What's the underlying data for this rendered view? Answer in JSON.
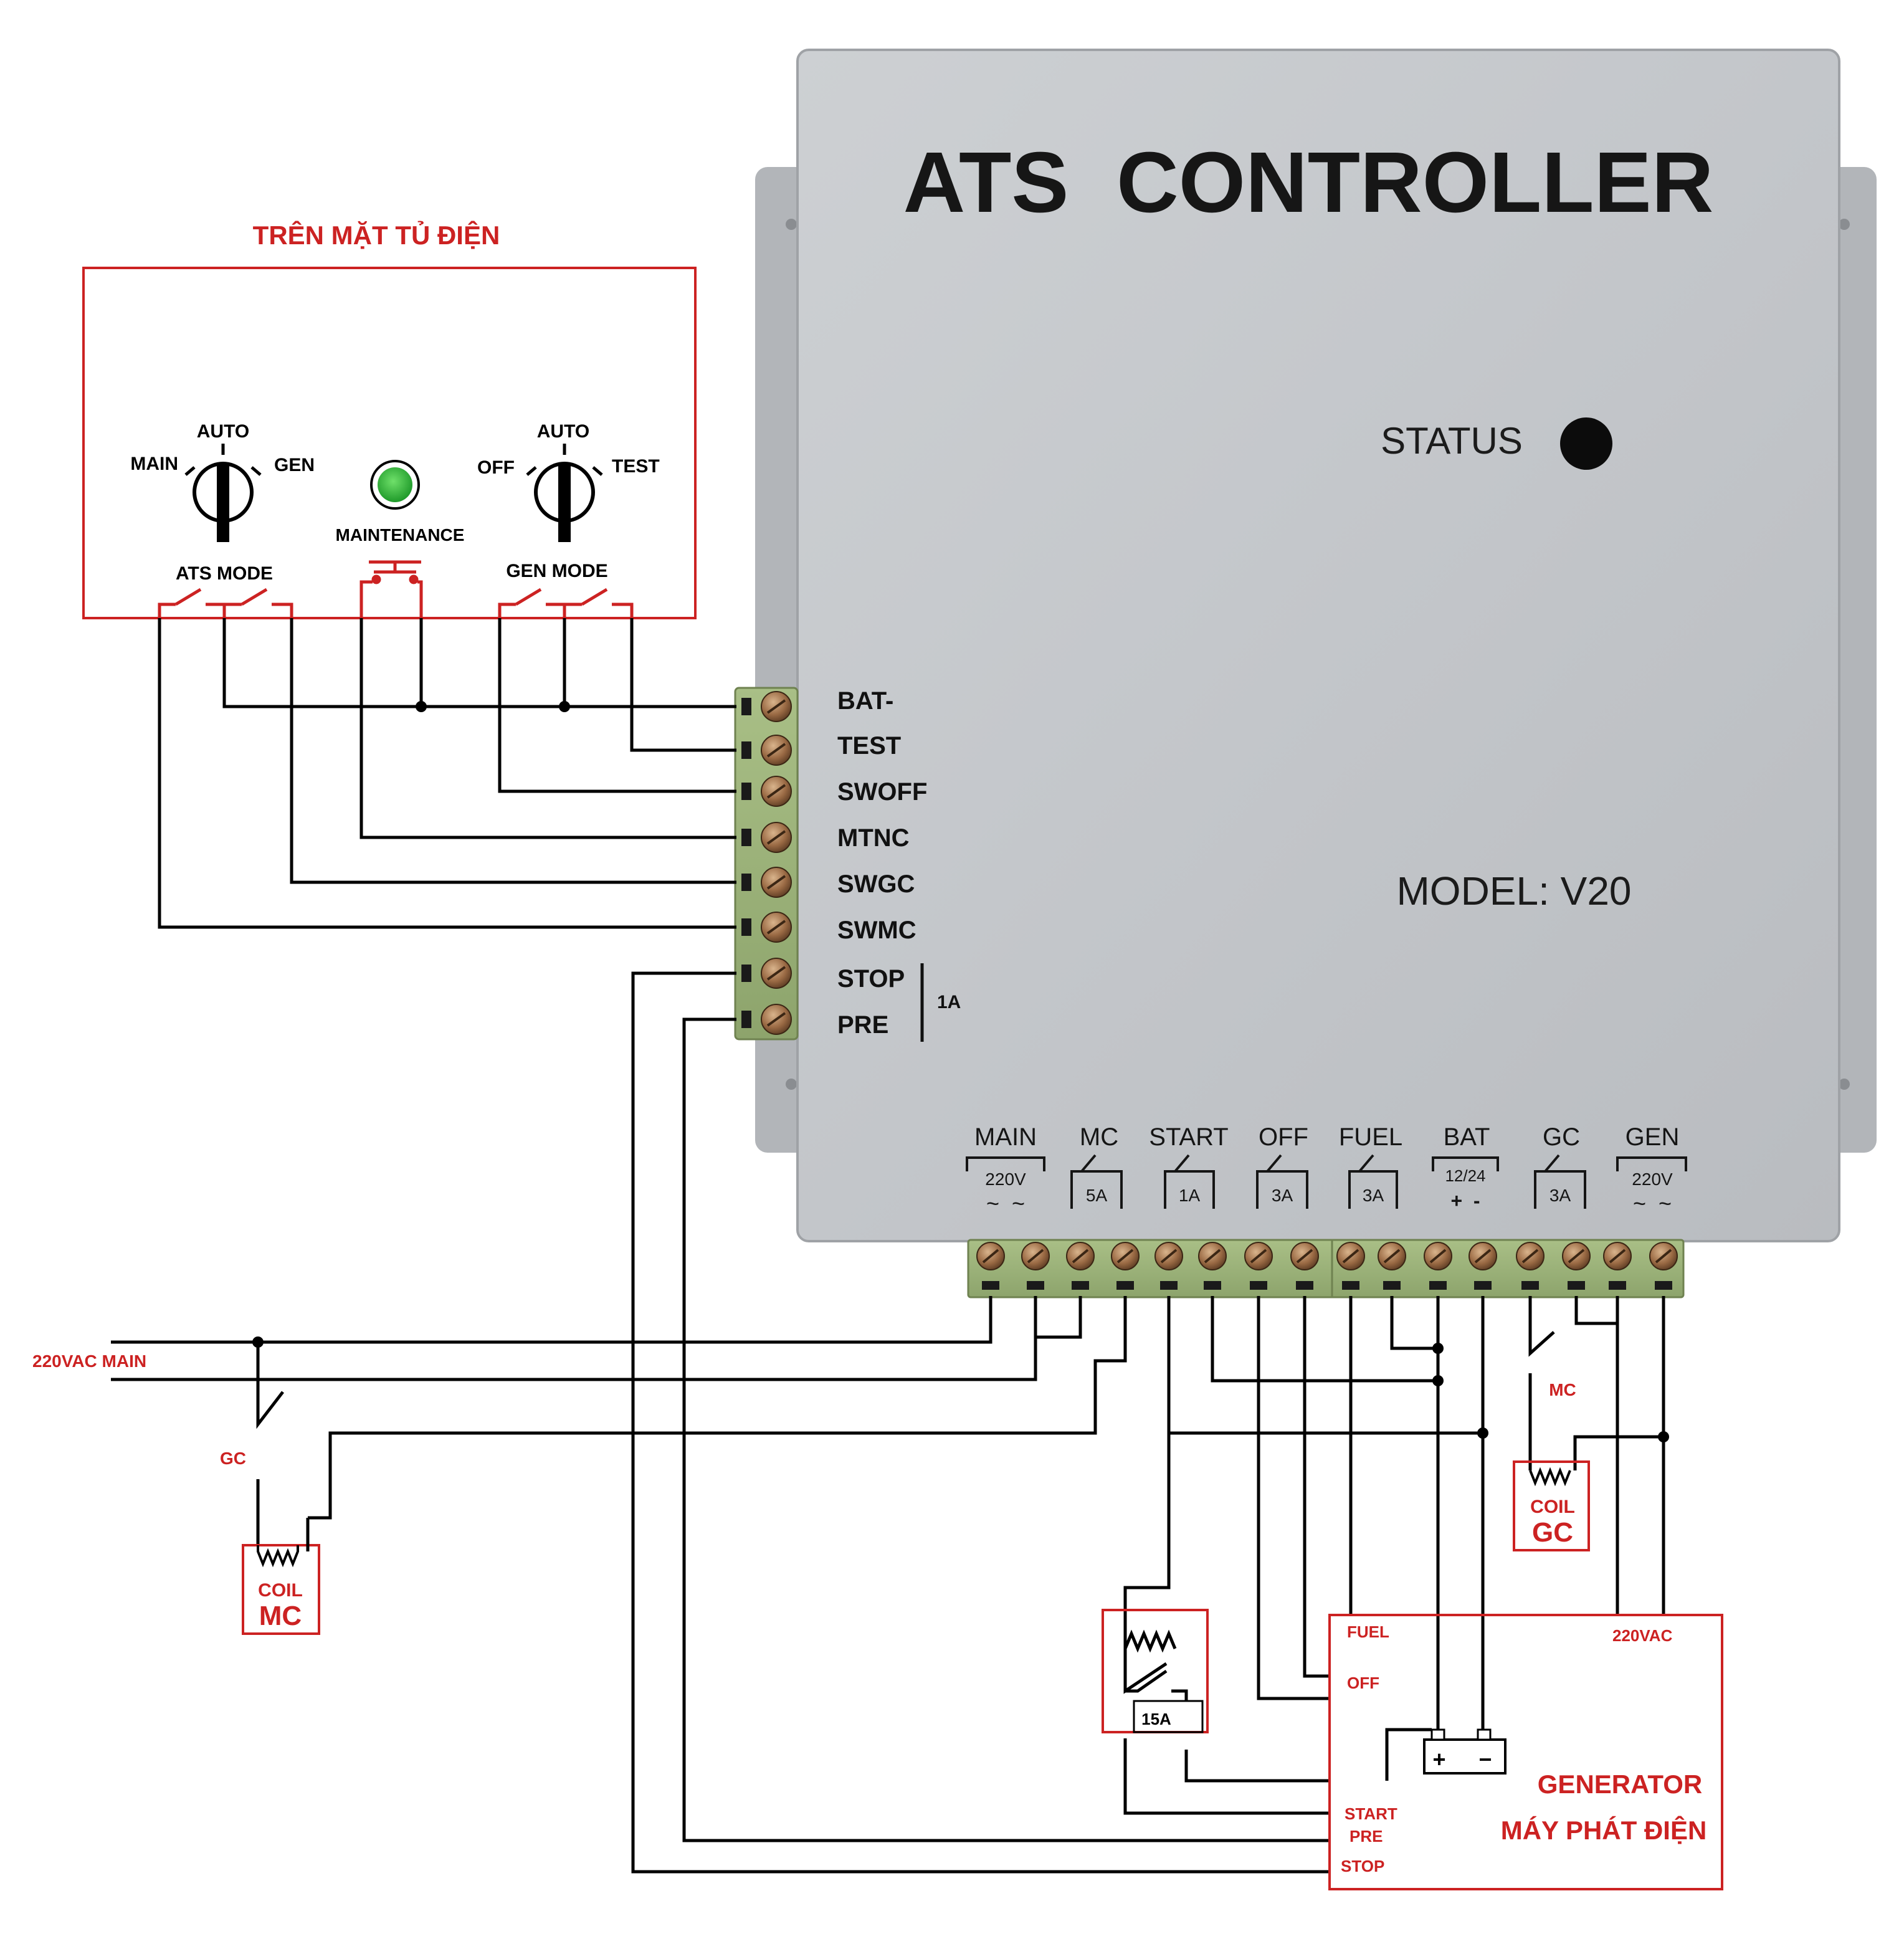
{
  "colors": {
    "red": "#cc2222",
    "box_face": "#c2c5c9",
    "terminal_green": "#9fb67d",
    "led_green": "#2dbb3a"
  },
  "controller": {
    "title": "ATS  CONTROLLER",
    "status_label": "STATUS",
    "model_label": "MODEL: V20",
    "left_terminals": [
      "BAT-",
      "TEST",
      "SWOFF",
      "MTNC",
      "SWGC",
      "SWMC",
      "STOP",
      "PRE"
    ],
    "stop_pre_rating": "1A",
    "bottom_groups": [
      {
        "name": "MAIN",
        "rating": "220V",
        "sub": "~  ~"
      },
      {
        "name": "MC",
        "rating": "5A",
        "sub": ""
      },
      {
        "name": "START",
        "rating": "1A",
        "sub": ""
      },
      {
        "name": "OFF",
        "rating": "3A",
        "sub": ""
      },
      {
        "name": "FUEL",
        "rating": "3A",
        "sub": ""
      },
      {
        "name": "BAT",
        "rating": "12/24",
        "sub": "+  -"
      },
      {
        "name": "GC",
        "rating": "3A",
        "sub": ""
      },
      {
        "name": "GEN",
        "rating": "220V",
        "sub": "~  ~"
      }
    ]
  },
  "panel": {
    "title": "TRÊN MẶT TỦ ĐIỆN",
    "ats_switch": {
      "top": "AUTO",
      "left": "MAIN",
      "right": "GEN",
      "label": "ATS MODE"
    },
    "maintenance_label": "MAINTENANCE",
    "gen_switch": {
      "top": "AUTO",
      "left": "OFF",
      "right": "TEST",
      "label": "GEN MODE"
    }
  },
  "external": {
    "main_supply_label": "220VAC MAIN",
    "gc_contact_label": "GC",
    "mc_contact_label": "MC",
    "coil_mc": {
      "word": "COIL",
      "name": "MC"
    },
    "coil_gc": {
      "word": "COIL",
      "name": "GC"
    },
    "relay_rating": "15A"
  },
  "generator": {
    "title": "GENERATOR",
    "subtitle": "MÁY PHÁT ĐIỆN",
    "terminals": {
      "fuel": "FUEL",
      "off": "OFF",
      "ac": "220VAC",
      "start": "START",
      "pre": "PRE",
      "stop": "STOP"
    },
    "battery": {
      "plus": "+",
      "minus": "−"
    }
  }
}
